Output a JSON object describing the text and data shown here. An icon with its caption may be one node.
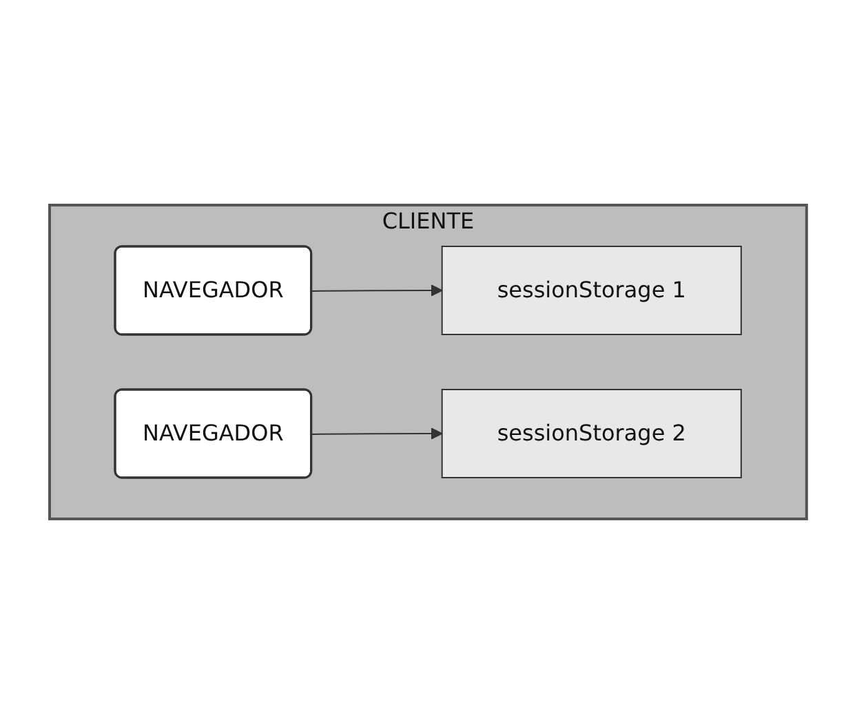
{
  "diagram": {
    "nodes": [
      {
        "text": [
          "CLIENTE"
        ]
      },
      {
        "text": [
          "NAVEGADOR"
        ],
        "in": 0
      },
      {
        "text": [
          "sessionStorage 1"
        ],
        "in": 0
      },
      {
        "text": [
          "NAVEGADOR"
        ],
        "in": 0
      },
      {
        "text": [
          "sessionStorage 2"
        ],
        "in": 0
      }
    ],
    "edges": [
      {
        "from": 1,
        "to": 2,
        "arrow": "to"
      },
      {
        "from": 3,
        "to": 4,
        "arrow": "to"
      }
    ]
  }
}
